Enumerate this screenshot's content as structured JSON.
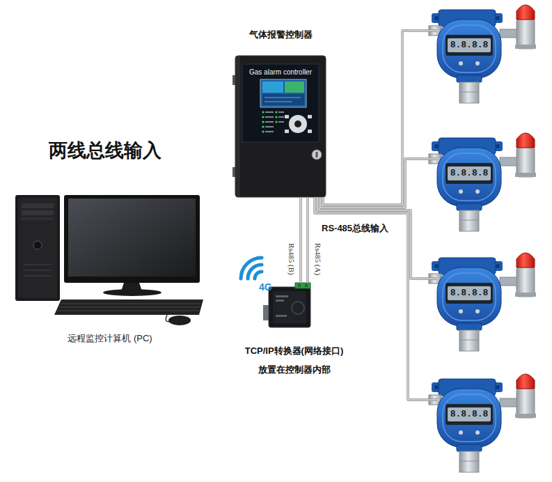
{
  "diagram": {
    "title": "两线总线输入",
    "nodes": [
      {
        "text": [
          "气体报警控制器",
          "Gas alarm controller"
        ]
      },
      {
        "text": [
          "8.8.8.8"
        ]
      },
      {
        "text": [
          "8.8.8.8"
        ]
      },
      {
        "text": [
          "8.8.8.8"
        ]
      },
      {
        "text": [
          "8.8.8.8"
        ]
      },
      {
        "text": [
          "TCP/IP转换器(网络接口)",
          "放置在控制器内部"
        ]
      },
      {
        "text": [
          "远程监控计算机 (PC)"
        ]
      }
    ],
    "edges": [
      {
        "from": 0,
        "to": 5,
        "label": "Rs485 (B)",
        "arrow": "none"
      },
      {
        "from": 0,
        "to": 5,
        "label": "Rs485 (A)",
        "arrow": "none"
      },
      {
        "from": 0,
        "to": 1,
        "arrow": "none"
      },
      {
        "from": 0,
        "to": 2,
        "arrow": "none"
      },
      {
        "from": 0,
        "to": 3,
        "arrow": "none"
      },
      {
        "from": 0,
        "to": 4,
        "arrow": "none"
      }
    ],
    "labels": [
      "RS-485总线输入",
      "4G"
    ]
  }
}
